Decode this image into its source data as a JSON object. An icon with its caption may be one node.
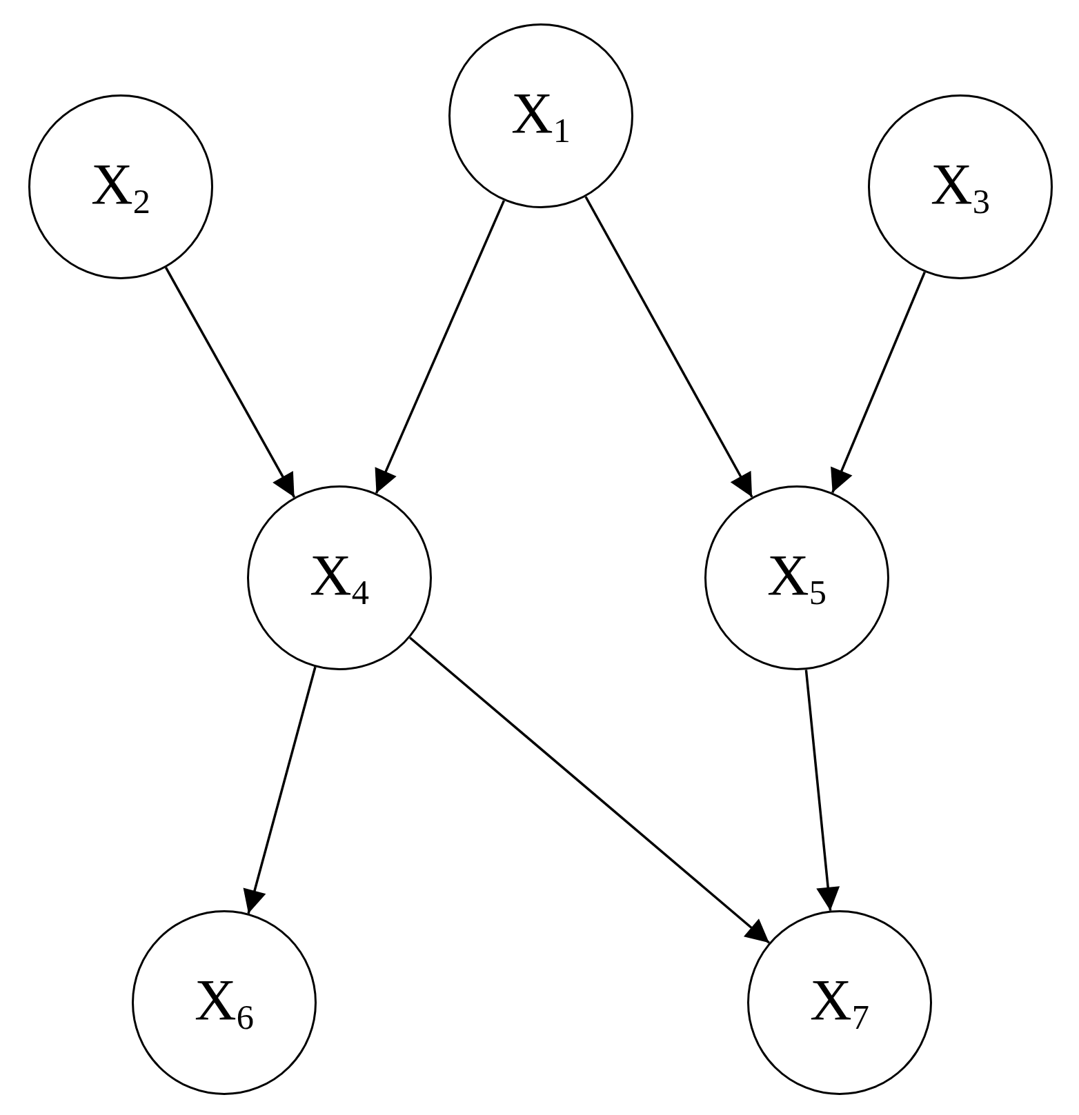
{
  "diagram": {
    "nodes": [
      {
        "text": [
          "X$_{1}$"
        ]
      },
      {
        "text": [
          "X$_{2}$"
        ]
      },
      {
        "text": [
          "X$_{3}$"
        ]
      },
      {
        "text": [
          "X$_{4}$"
        ]
      },
      {
        "text": [
          "X$_{5}$"
        ]
      },
      {
        "text": [
          "X$_{6}$"
        ]
      },
      {
        "text": [
          "X$_{7}$"
        ]
      }
    ],
    "edges": [
      {
        "from": 1,
        "to": 3,
        "arrow": "to"
      },
      {
        "from": 0,
        "to": 3,
        "arrow": "to"
      },
      {
        "from": 0,
        "to": 4,
        "arrow": "to"
      },
      {
        "from": 2,
        "to": 4,
        "arrow": "to"
      },
      {
        "from": 3,
        "to": 5,
        "arrow": "to"
      },
      {
        "from": 3,
        "to": 6,
        "arrow": "to"
      },
      {
        "from": 4,
        "to": 6,
        "arrow": "to"
      }
    ]
  }
}
